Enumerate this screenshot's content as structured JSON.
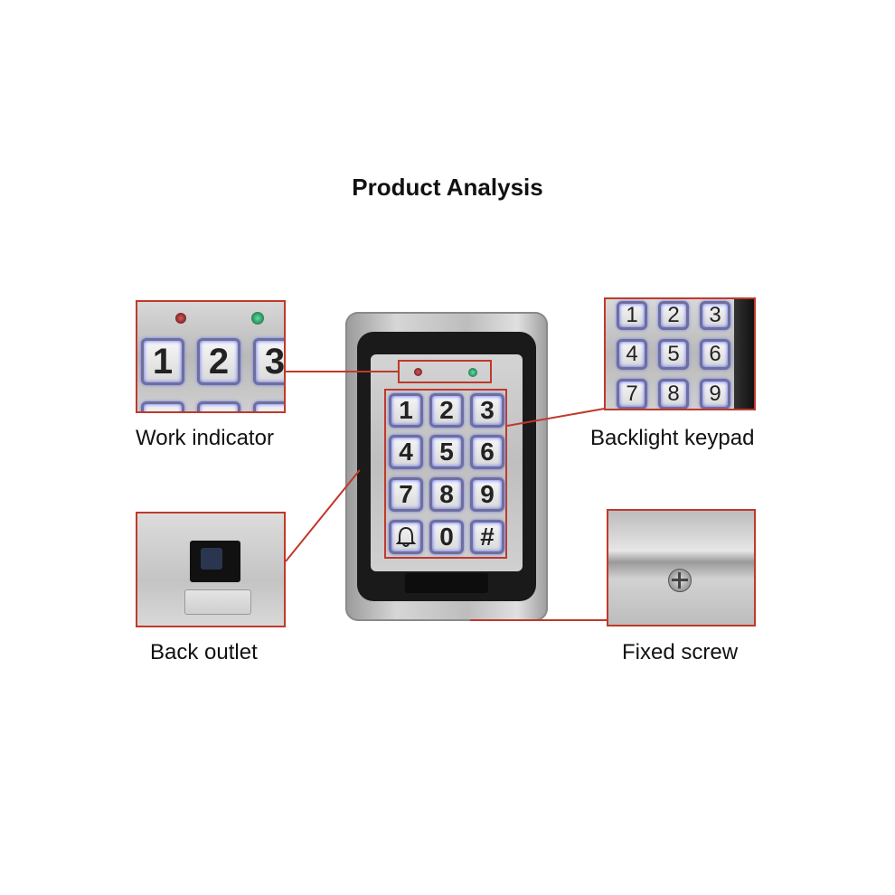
{
  "title": "Product Analysis",
  "captions": {
    "work_indicator": "Work indicator",
    "backlight_keypad": "Backlight keypad",
    "back_outlet": "Back outlet",
    "fixed_screw": "Fixed screw"
  },
  "keypad": {
    "keys": [
      "1",
      "2",
      "3",
      "4",
      "5",
      "6",
      "7",
      "8",
      "9",
      "bell",
      "0",
      "#"
    ],
    "backlight_color": "#3a4cff"
  },
  "colors": {
    "callout": "#c0392b",
    "led_red": "#8a1a1a",
    "led_green": "#1e9a5a"
  }
}
